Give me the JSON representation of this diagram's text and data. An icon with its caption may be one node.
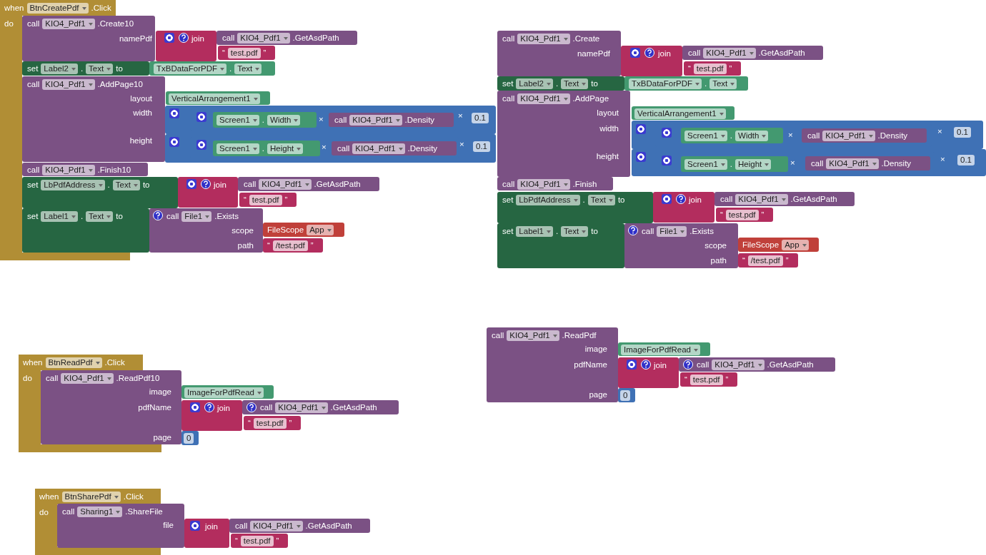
{
  "diagram": {
    "nodes": [
      {
        "text": [
          "when",
          "BtnCreatePdf",
          ".Click",
          "do"
        ]
      },
      {
        "text": [
          "call",
          "KIO4_Pdf1",
          ".Create10",
          "namePdf"
        ]
      },
      {
        "text": [
          "join"
        ]
      },
      {
        "text": [
          "call",
          "KIO4_Pdf1",
          ".GetAsdPath"
        ]
      },
      {
        "text": [
          "“",
          "test.pdf",
          "”"
        ]
      },
      {
        "text": [
          "set",
          "Label2",
          ".",
          "Text",
          "to"
        ]
      },
      {
        "text": [
          "TxBDataForPDF",
          ".",
          "Text"
        ]
      },
      {
        "text": [
          "call",
          "KIO4_Pdf1",
          ".AddPage10",
          "layout",
          "width",
          "height"
        ]
      },
      {
        "text": [
          "VerticalArrangement1"
        ]
      },
      {
        "text": [
          "×"
        ]
      },
      {
        "text": [
          "×"
        ],
        "in": 9
      },
      {
        "text": [
          "Screen1",
          ".",
          "Width"
        ],
        "in": 10
      },
      {
        "text": [
          "call",
          "KIO4_Pdf1",
          ".Density"
        ],
        "in": 10
      },
      {
        "text": [
          "0.1"
        ],
        "in": 9
      },
      {
        "text": [
          "×"
        ]
      },
      {
        "text": [
          "×"
        ],
        "in": 14
      },
      {
        "text": [
          "Screen1",
          ".",
          "Height"
        ],
        "in": 15
      },
      {
        "text": [
          "call",
          "KIO4_Pdf1",
          ".Density"
        ],
        "in": 15
      },
      {
        "text": [
          "0.1"
        ],
        "in": 14
      },
      {
        "text": [
          "call",
          "KIO4_Pdf1",
          ".Finish10"
        ]
      },
      {
        "text": [
          "set",
          "LbPdfAddress",
          ".",
          "Text",
          "to"
        ]
      },
      {
        "text": [
          "join"
        ]
      },
      {
        "text": [
          "call",
          "KIO4_Pdf1",
          ".GetAsdPath"
        ]
      },
      {
        "text": [
          "“",
          "test.pdf",
          "”"
        ]
      },
      {
        "text": [
          "set",
          "Label1",
          ".",
          "Text",
          "to"
        ]
      },
      {
        "text": [
          "call",
          "File1",
          ".Exists",
          "scope",
          "path"
        ]
      },
      {
        "text": [
          "FileScope",
          "App"
        ]
      },
      {
        "text": [
          "“",
          "/test.pdf",
          "”"
        ]
      },
      {
        "text": [
          "call",
          "KIO4_Pdf1",
          ".Create",
          "namePdf"
        ]
      },
      {
        "text": [
          "join"
        ]
      },
      {
        "text": [
          "call",
          "KIO4_Pdf1",
          ".GetAsdPath"
        ]
      },
      {
        "text": [
          "“",
          "test.pdf",
          "”"
        ]
      },
      {
        "text": [
          "set",
          "Label2",
          ".",
          "Text",
          "to"
        ]
      },
      {
        "text": [
          "TxBDataForPDF",
          ".",
          "Text"
        ]
      },
      {
        "text": [
          "call",
          "KIO4_Pdf1",
          ".AddPage",
          "layout",
          "width",
          "height"
        ]
      },
      {
        "text": [
          "VerticalArrangement1"
        ]
      },
      {
        "text": [
          "×"
        ]
      },
      {
        "text": [
          "×"
        ],
        "in": 36
      },
      {
        "text": [
          "Screen1",
          ".",
          "Width"
        ],
        "in": 37
      },
      {
        "text": [
          "call",
          "KIO4_Pdf1",
          ".Density"
        ],
        "in": 37
      },
      {
        "text": [
          "0.1"
        ],
        "in": 36
      },
      {
        "text": [
          "×"
        ]
      },
      {
        "text": [
          "×"
        ],
        "in": 41
      },
      {
        "text": [
          "Screen1",
          ".",
          "Height"
        ],
        "in": 42
      },
      {
        "text": [
          "call",
          "KIO4_Pdf1",
          ".Density"
        ],
        "in": 42
      },
      {
        "text": [
          "0.1"
        ],
        "in": 41
      },
      {
        "text": [
          "call",
          "KIO4_Pdf1",
          ".Finish"
        ]
      },
      {
        "text": [
          "set",
          "LbPdfAddress",
          ".",
          "Text",
          "to"
        ]
      },
      {
        "text": [
          "join"
        ]
      },
      {
        "text": [
          "call",
          "KIO4_Pdf1",
          ".GetAsdPath"
        ]
      },
      {
        "text": [
          "“",
          "test.pdf",
          "”"
        ]
      },
      {
        "text": [
          "set",
          "Label1",
          ".",
          "Text",
          "to"
        ]
      },
      {
        "text": [
          "call",
          "File1",
          ".Exists",
          "scope",
          "path"
        ]
      },
      {
        "text": [
          "FileScope",
          "App"
        ]
      },
      {
        "text": [
          "“",
          "/test.pdf",
          "”"
        ]
      },
      {
        "text": [
          "when",
          "BtnReadPdf",
          ".Click",
          "do"
        ]
      },
      {
        "text": [
          "call",
          "KIO4_Pdf1",
          ".ReadPdf10",
          "image",
          "pdfName",
          "page"
        ]
      },
      {
        "text": [
          "ImageForPdfRead"
        ]
      },
      {
        "text": [
          "join"
        ]
      },
      {
        "text": [
          "call",
          "KIO4_Pdf1",
          ".GetAsdPath"
        ]
      },
      {
        "text": [
          "“",
          "test.pdf",
          "”"
        ]
      },
      {
        "text": [
          "0"
        ]
      },
      {
        "text": [
          "call",
          "KIO4_Pdf1",
          ".ReadPdf",
          "image",
          "pdfName",
          "page"
        ]
      },
      {
        "text": [
          "ImageForPdfRead"
        ]
      },
      {
        "text": [
          "join"
        ]
      },
      {
        "text": [
          "call",
          "KIO4_Pdf1",
          ".GetAsdPath"
        ]
      },
      {
        "text": [
          "“",
          "test.pdf",
          "”"
        ]
      },
      {
        "text": [
          "0"
        ]
      },
      {
        "text": [
          "when",
          "BtnSharePdf",
          ".Click",
          "do"
        ]
      },
      {
        "text": [
          "call",
          "Sharing1",
          ".ShareFile",
          "file"
        ]
      },
      {
        "text": [
          "join"
        ]
      },
      {
        "text": [
          "call",
          "KIO4_Pdf1",
          ".GetAsdPath"
        ]
      },
      {
        "text": [
          "“",
          "test.pdf",
          "”"
        ]
      }
    ]
  }
}
